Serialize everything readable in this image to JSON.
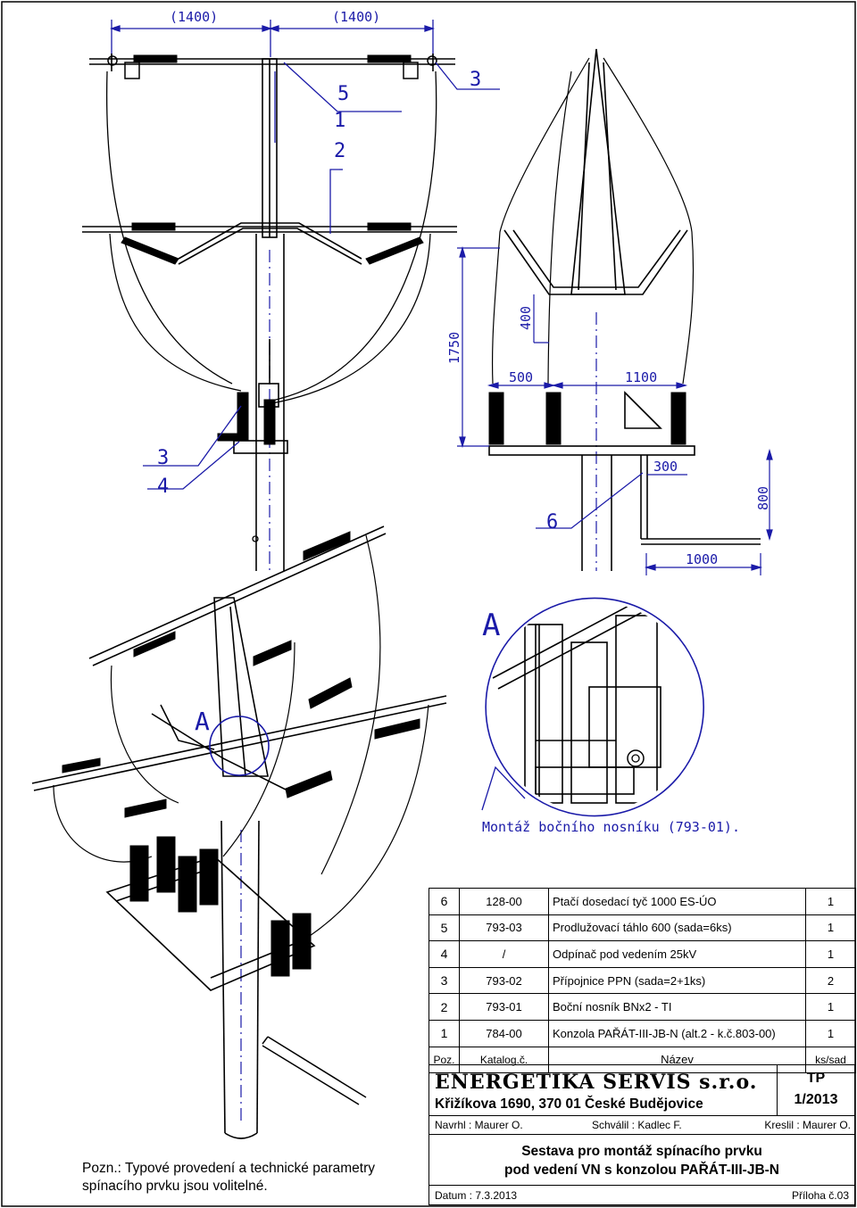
{
  "dimensions": {
    "span_left": "(1400)",
    "span_right": "(1400)",
    "height_total": "1750",
    "height_400": "400",
    "width_500": "500",
    "width_1100": "1100",
    "offset_300": "300",
    "height_800": "800",
    "width_1000": "1000"
  },
  "callouts": {
    "c5": "5",
    "c1": "1",
    "c2": "2",
    "c3_top": "3",
    "c3_left": "3",
    "c4_left": "4",
    "c6": "6",
    "detail_letter": "A",
    "detail_marker": "A"
  },
  "detail_caption": "Montáž bočního nosníku (793-01).",
  "parts_table": {
    "rows": [
      {
        "pos": "6",
        "catalog": "128-00",
        "name": "Ptačí dosedací tyč 1000 ES-ÚO",
        "qty": "1"
      },
      {
        "pos": "5",
        "catalog": "793-03",
        "name": "Prodlužovací táhlo 600 (sada=6ks)",
        "qty": "1"
      },
      {
        "pos": "4",
        "catalog": "/",
        "name": "Odpínač pod vedením 25kV",
        "qty": "1"
      },
      {
        "pos": "3",
        "catalog": "793-02",
        "name": "Přípojnice PPN (sada=2+1ks)",
        "qty": "2"
      },
      {
        "pos": "2",
        "catalog": "793-01",
        "name": "Boční nosník BNx2 - TI",
        "qty": "1"
      },
      {
        "pos": "1",
        "catalog": "784-00",
        "name": "Konzola PAŘÁT-III-JB-N (alt.2 - k.č.803-00)",
        "qty": "1"
      }
    ],
    "header": {
      "pos": "Poz.",
      "catalog": "Katalog.č.",
      "name": "Název",
      "qty": "ks/sad"
    }
  },
  "title_block": {
    "company": "ENERGETIKA SERVIS s.r.o.",
    "address": "Křižíkova 1690, 370 01 České Budějovice",
    "doc_type": "TP",
    "doc_number": "1/2013",
    "designed": "Navrhl : Maurer O.",
    "approved": "Schválil : Kadlec F.",
    "drawn": "Kreslil : Maurer O.",
    "title_line1": "Sestava pro montáž spínacího prvku",
    "title_line2": "pod vedení VN s konzolou PAŘÁT-III-JB-N",
    "date": "Datum : 7.3.2013",
    "appendix": "Příloha č.03"
  },
  "note": {
    "line1": "Pozn.: Typové provedení a technické parametry",
    "line2": "spínacího prvku jsou volitelné."
  },
  "colors": {
    "dimension_blue": "#1a1aa8",
    "drawing_black": "#000000"
  }
}
